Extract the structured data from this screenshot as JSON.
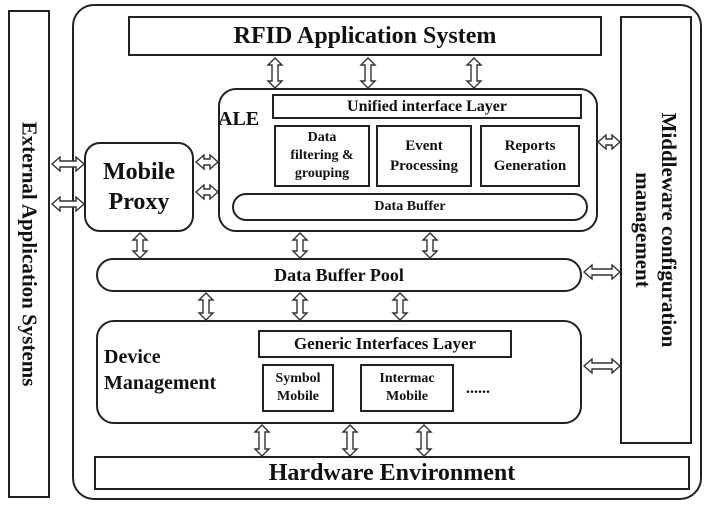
{
  "external_systems": "External Application Systems",
  "rfid_app_system": "RFID Application System",
  "middleware_config": [
    "Middleware configuration",
    "management"
  ],
  "ale": {
    "label": "ALE",
    "unified_layer": "Unified interface Layer",
    "modules": [
      [
        "Data",
        "filtering &",
        "grouping"
      ],
      [
        "Event",
        "Processing"
      ],
      [
        "Reports",
        "Generation"
      ]
    ],
    "data_buffer": "Data Buffer"
  },
  "mobile_proxy": [
    "Mobile",
    "Proxy"
  ],
  "data_buffer_pool": "Data Buffer Pool",
  "device_mgmt": {
    "label": [
      "Device",
      "Management"
    ],
    "generic_layer": "Generic Interfaces Layer",
    "devices": [
      [
        "Symbol",
        "Mobile"
      ],
      [
        "Intermac",
        "Mobile"
      ]
    ],
    "ellipsis": "......"
  },
  "hardware_env": "Hardware Environment"
}
